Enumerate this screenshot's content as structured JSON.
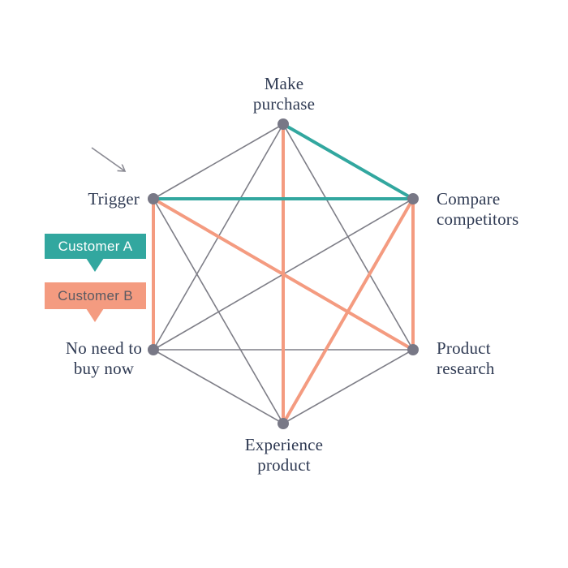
{
  "diagram": {
    "nodes": [
      {
        "id": "make-purchase",
        "lines": [
          "Make",
          "purchase"
        ]
      },
      {
        "id": "compare-competitors",
        "lines": [
          "Compare",
          "competitors"
        ]
      },
      {
        "id": "product-research",
        "lines": [
          "Product",
          "research"
        ]
      },
      {
        "id": "experience-product",
        "lines": [
          "Experience",
          "product"
        ]
      },
      {
        "id": "no-need-to-buy-now",
        "lines": [
          "No need to",
          "buy now"
        ]
      },
      {
        "id": "trigger",
        "lines": [
          "Trigger"
        ]
      }
    ],
    "edges": {
      "base": [
        [
          "trigger",
          "make-purchase"
        ],
        [
          "trigger",
          "experience-product"
        ],
        [
          "make-purchase",
          "no-need-to-buy-now"
        ],
        [
          "make-purchase",
          "product-research"
        ],
        [
          "compare-competitors",
          "no-need-to-buy-now"
        ],
        [
          "no-need-to-buy-now",
          "product-research"
        ],
        [
          "no-need-to-buy-now",
          "experience-product"
        ],
        [
          "product-research",
          "experience-product"
        ]
      ],
      "customer_a": [
        [
          "trigger",
          "compare-competitors"
        ],
        [
          "make-purchase",
          "compare-competitors"
        ]
      ],
      "customer_b": [
        [
          "trigger",
          "no-need-to-buy-now"
        ],
        [
          "trigger",
          "product-research"
        ],
        [
          "make-purchase",
          "experience-product"
        ],
        [
          "compare-competitors",
          "product-research"
        ],
        [
          "compare-competitors",
          "experience-product"
        ]
      ]
    },
    "pointer_arrow_icon": "diagonal-arrow-pointing-at-trigger"
  },
  "legend": [
    {
      "id": "customer-a",
      "label": "Customer A",
      "color": "#32a79f",
      "text_color": "#ffffff"
    },
    {
      "id": "customer-b",
      "label": "Customer B",
      "color": "#f49b80",
      "text_color": "#5a5a62"
    }
  ],
  "colors": {
    "background": "#ffffff",
    "base_edge": "#7e7e87",
    "node_dot": "#787886",
    "label_text": "#2f3a53",
    "customer_a": "#32a79f",
    "customer_b": "#f49b80",
    "arrow": "#8b8b94"
  }
}
